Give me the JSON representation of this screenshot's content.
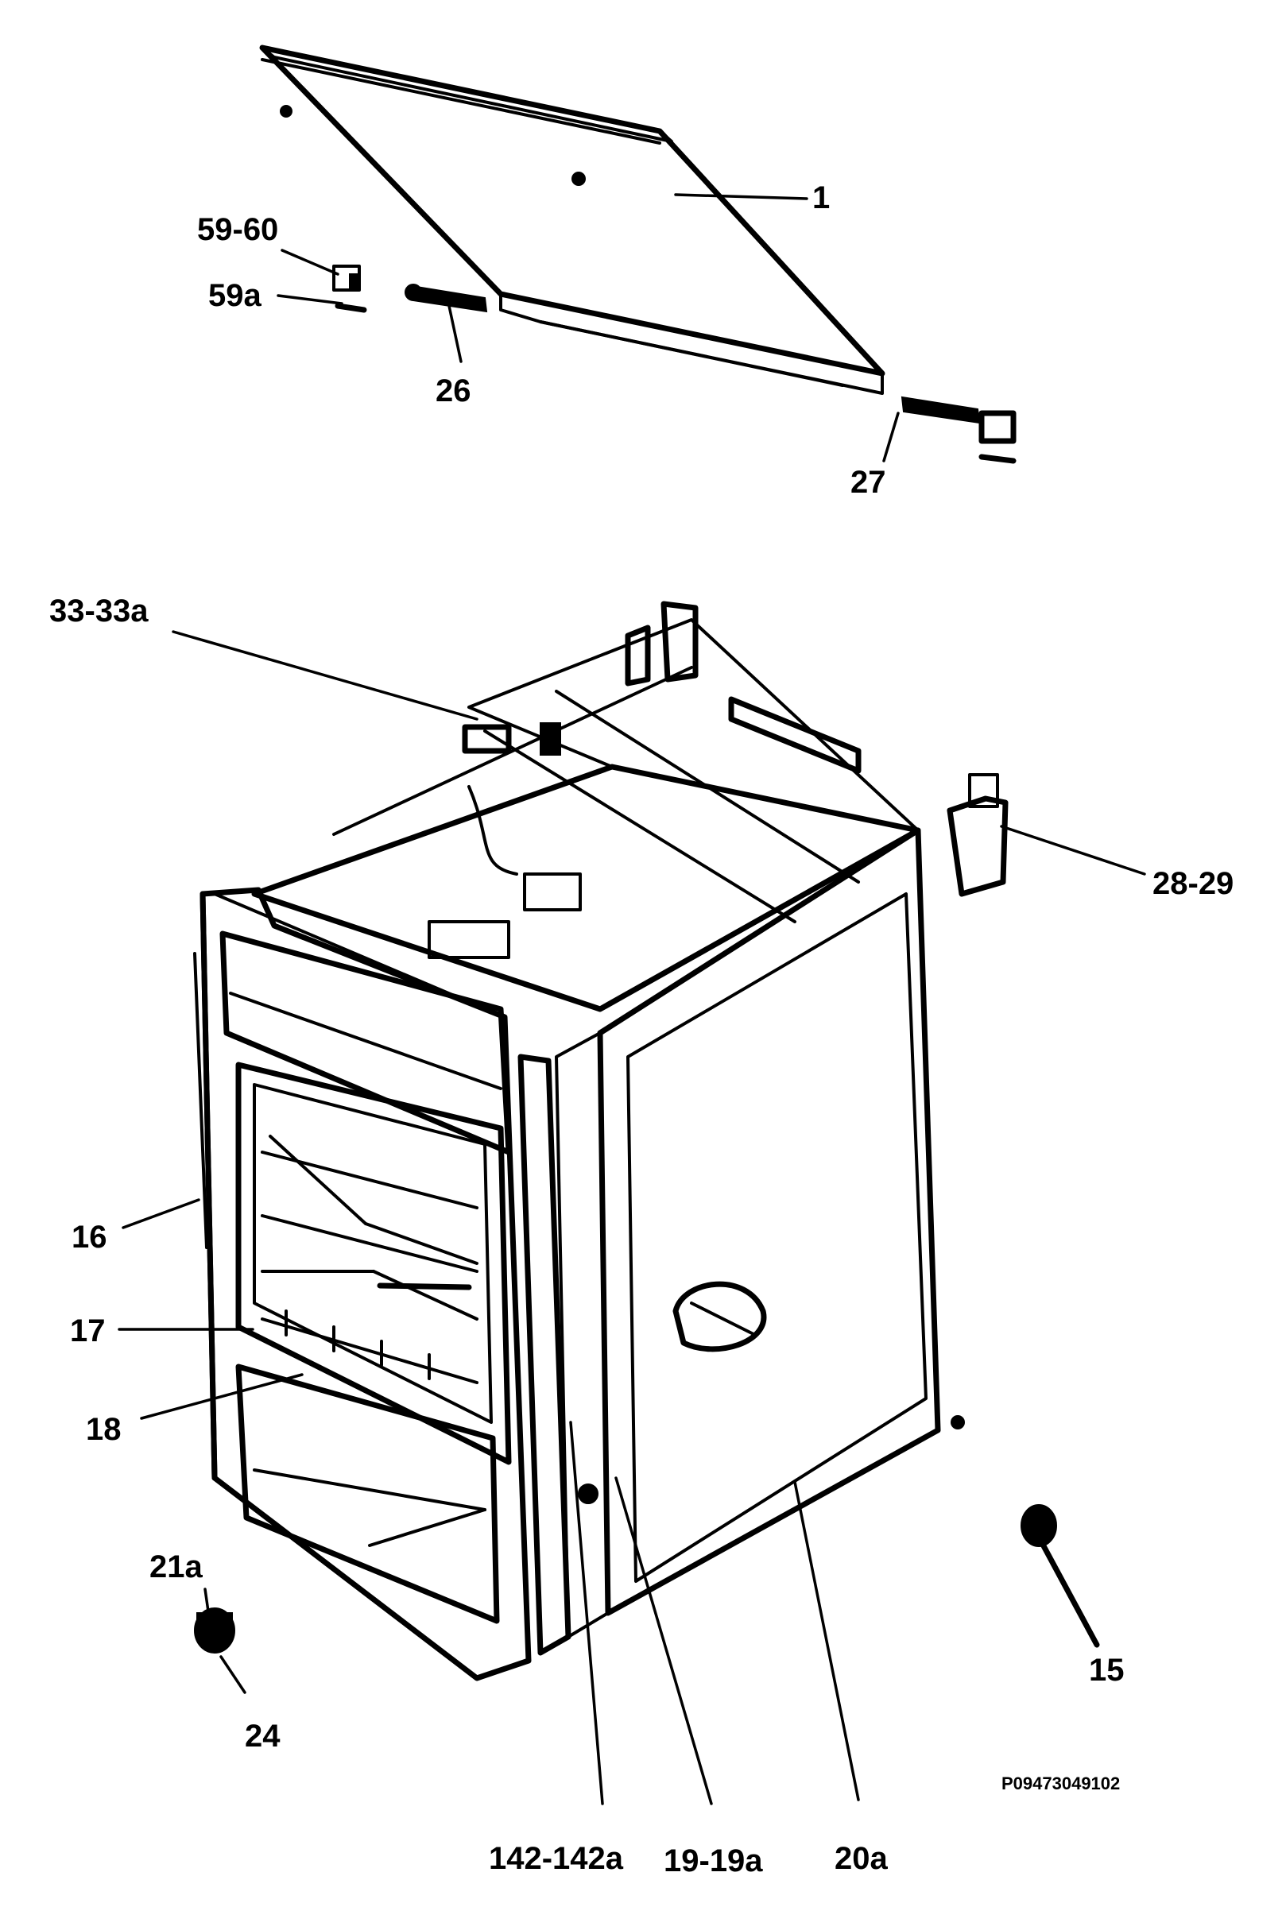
{
  "callouts": {
    "c1": "1",
    "c59_60": "59-60",
    "c59a": "59a",
    "c26": "26",
    "c27": "27",
    "c33_33a": "33-33a",
    "c28_29": "28-29",
    "c16": "16",
    "c17": "17",
    "c18": "18",
    "c21a": "21a",
    "c24": "24",
    "c15": "15",
    "c142_142a": "142-142a",
    "c19_19a": "19-19a",
    "c20a": "20a"
  },
  "drawing_code": "P09473049102"
}
